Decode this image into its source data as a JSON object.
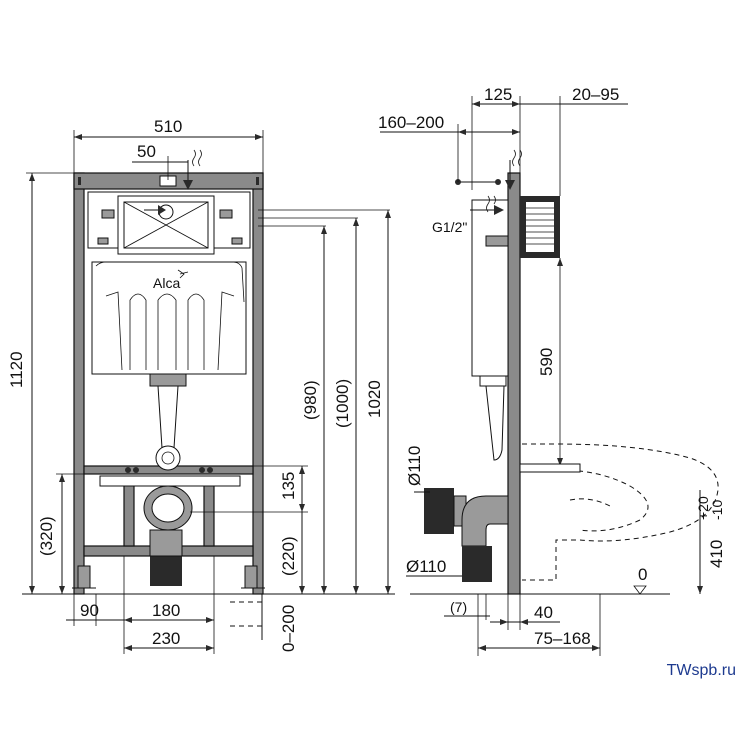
{
  "brand": "Alca",
  "watermark": "TWspb.ru",
  "front_view": {
    "width_total": "510",
    "offset_top": "50",
    "height_total": "1120",
    "height_980": "(980)",
    "height_1000": "(1000)",
    "height_1020": "1020",
    "height_320": "(320)",
    "height_135": "135",
    "height_220": "(220)",
    "foot_90": "90",
    "spacing_180": "180",
    "spacing_230": "230",
    "foot_adjust": "0–200"
  },
  "side_view": {
    "depth_125": "125",
    "range_20_95": "20–95",
    "range_160_200": "160–200",
    "thread": "G1/2\"",
    "height_590": "590",
    "pipe_upper": "Ø110",
    "pipe_lower": "Ø110",
    "offset_7": "(7)",
    "offset_40": "40",
    "range_75_168": "75–168",
    "bowl_height": "410",
    "tolerance_plus": "+20",
    "tolerance_minus": "-10",
    "floor_zero": "0"
  }
}
